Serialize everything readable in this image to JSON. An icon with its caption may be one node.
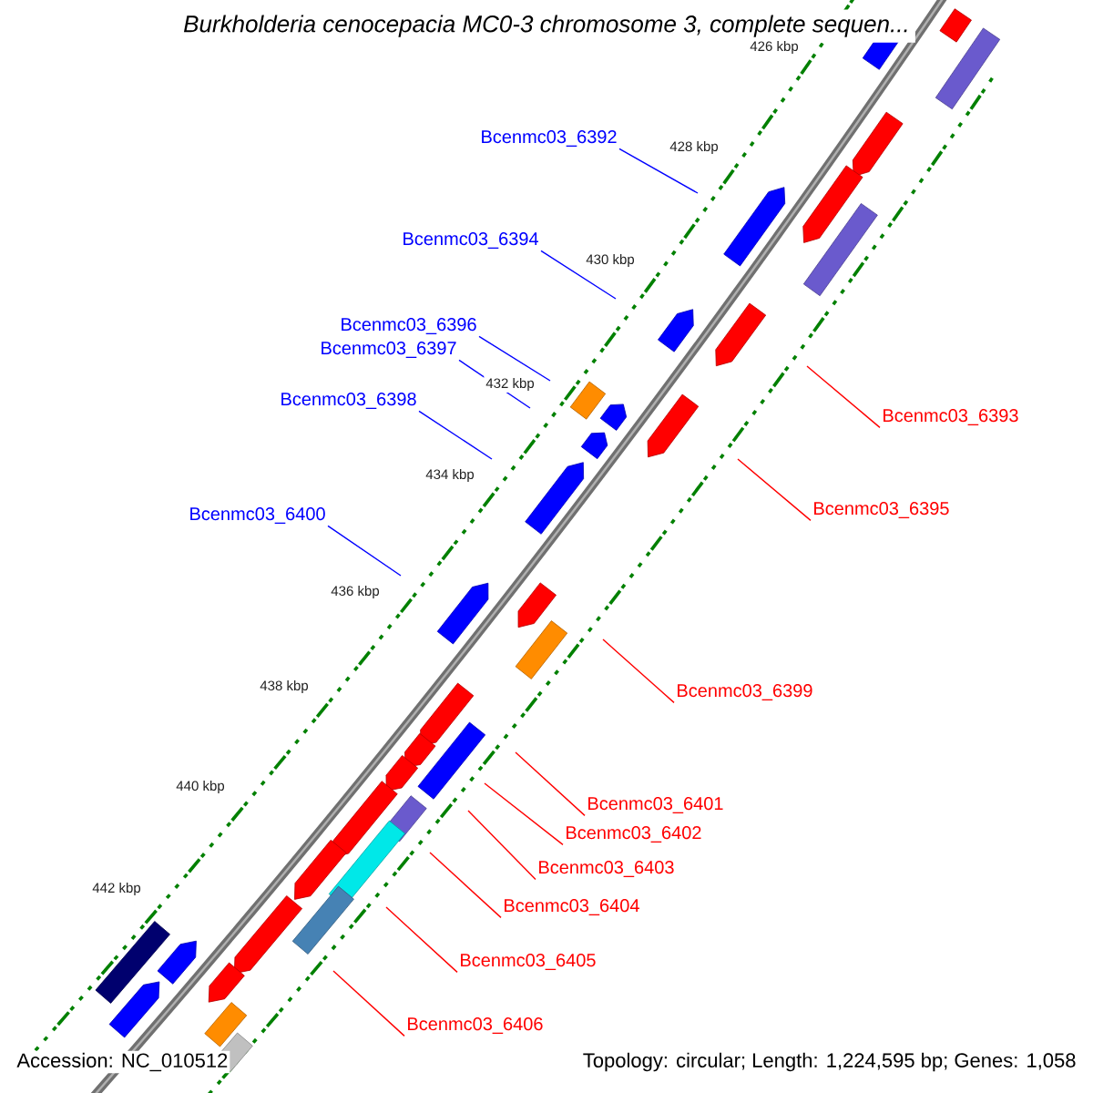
{
  "diagram": {
    "title": "*Burkholderia cenocepacia* MC0-3 chromosome 3, complete sequen...",
    "nodes": [
      {
        "text": [
          "Bcenmc03_6392"
        ]
      },
      {
        "text": [
          "Bcenmc03_6394"
        ]
      },
      {
        "text": [
          "Bcenmc03_6396"
        ]
      },
      {
        "text": [
          "Bcenmc03_6397"
        ]
      },
      {
        "text": [
          "Bcenmc03_6393"
        ]
      },
      {
        "text": [
          "Bcenmc03_6398"
        ]
      },
      {
        "text": [
          "Bcenmc03_6395"
        ]
      },
      {
        "text": [
          "Bcenmc03_6400"
        ]
      },
      {
        "text": [
          "Bcenmc03_6399"
        ]
      },
      {
        "text": [
          "Bcenmc03_6401"
        ]
      },
      {
        "text": [
          "Bcenmc03_6402"
        ]
      },
      {
        "text": [
          "Bcenmc03_6403"
        ]
      },
      {
        "text": [
          "Bcenmc03_6404"
        ]
      },
      {
        "text": [
          "Bcenmc03_6405"
        ]
      },
      {
        "text": [
          "Bcenmc03_6406"
        ]
      }
    ],
    "edges": [
      {
        "from": 0,
        "to": null,
        "arrow": "none",
        "color": "#0000ff"
      },
      {
        "from": 1,
        "to": null,
        "arrow": "none",
        "color": "#0000ff"
      },
      {
        "from": 2,
        "to": null,
        "arrow": "none",
        "color": "#0000ff"
      },
      {
        "from": 3,
        "to": null,
        "arrow": "none",
        "color": "#0000ff"
      },
      {
        "from": 4,
        "to": null,
        "arrow": "none"
      },
      {
        "from": 5,
        "to": null,
        "arrow": "none",
        "color": "#0000ff"
      },
      {
        "from": 6,
        "to": null,
        "arrow": "none"
      },
      {
        "from": 7,
        "to": null,
        "arrow": "none",
        "color": "#0000ff"
      },
      {
        "from": 8,
        "to": null,
        "arrow": "none"
      },
      {
        "from": 9,
        "to": null,
        "arrow": "none"
      },
      {
        "from": 10,
        "to": null,
        "arrow": "none"
      },
      {
        "from": 11,
        "to": null,
        "arrow": "none"
      },
      {
        "from": 12,
        "to": null,
        "arrow": "none"
      },
      {
        "from": 13,
        "to": null,
        "arrow": "none"
      },
      {
        "from": 14,
        "to": null,
        "arrow": "none"
      }
    ],
    "labels": [
      "426 kbp",
      "428 kbp",
      "430 kbp",
      "432 kbp",
      "434 kbp",
      "436 kbp",
      "438 kbp",
      "440 kbp",
      "442 kbp",
      "Accession: NC_010512",
      "Topology: circular; Length: 1,224,595 bp; Genes: 1,058"
    ]
  }
}
